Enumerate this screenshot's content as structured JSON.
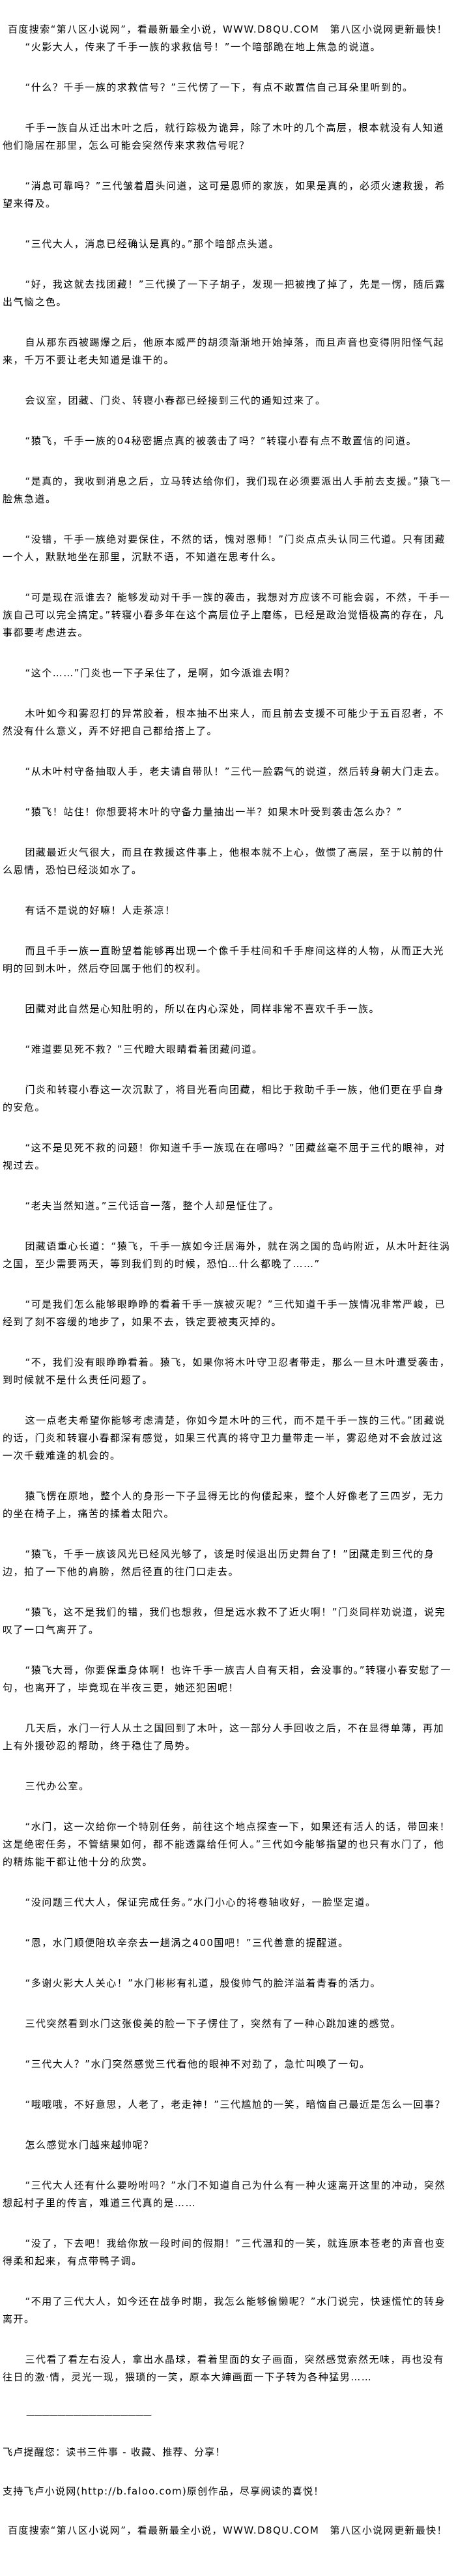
{
  "header_banner": "百度搜索“第八区小说网”，看最新最全小说，WWW.D8QU.COM　第八区小说网更新最快！",
  "paragraphs": [
    "“火影大人，传来了千手一族的求救信号！”一个暗部跪在地上焦急的说道。",
    "“什么？千手一族的求救信号？”三代愣了一下，有点不敢置信自己耳朵里听到的。",
    "千手一族自从迁出木叶之后，就行踪极为诡异，除了木叶的几个高层，根本就没有人知道他们隐居在那里，怎么可能会突然传来求救信号呢？",
    "“消息可靠吗？”三代皱着眉头问道，这可是恩师的家族，如果是真的，必须火速救援，希望来得及。",
    "“三代大人，消息已经确认是真的。”那个暗部点头道。",
    "“好，我这就去找团藏！”三代摸了一下子胡子，发现一把被拽了掉了，先是一愣，随后露出气恼之色。",
    "自从那东西被踢爆之后，他原本威严的胡须渐渐地开始掉落，而且声音也变得阴阳怪气起来，千万不要让老夫知道是谁干的。",
    "会议室，团藏、门炎、转寝小春都已经接到三代的通知过来了。",
    "“猿飞，千手一族的04秘密据点真的被袭击了吗？”转寝小春有点不敢置信的问道。",
    "“是真的，我收到消息之后，立马转达给你们，我们现在必须要派出人手前去支援。”猿飞一脸焦急道。",
    "“没错，千手一族绝对要保住，不然的话，愧对恩师！”门炎点点头认同三代道。只有团藏一个人，默默地坐在那里，沉默不语，不知道在思考什么。",
    "“可是现在派谁去？能够发动对千手一族的袭击，我想对方应该不可能会弱，不然，千手一族自己可以完全搞定。”转寝小春多年在这个高层位子上磨练，已经是政治觉悟极高的存在，凡事都要考虑进去。",
    "“这个……”门炎也一下子呆住了，是啊，如今派谁去啊？",
    "木叶如今和雾忍打的异常胶着，根本抽不出来人，而且前去支援不可能少于五百忍者，不然没有什么意义，弄不好把自己都给搭上了。",
    "“从木叶村守备抽取人手，老夫请自带队！”三代一脸霸气的说道，然后转身朝大门走去。",
    "“猿飞！站住！你想要将木叶的守备力量抽出一半？如果木叶受到袭击怎么办？”",
    "团藏最近火气很大，而且在救援这件事上，他根本就不上心，做惯了高层，至于以前的什么恩情，恐怕已经淡如水了。",
    "有话不是说的好嘛！人走茶凉！",
    "而且千手一族一直盼望着能够再出现一个像千手柱间和千手扉间这样的人物，从而正大光明的回到木叶，然后夺回属于他们的权利。",
    "团藏对此自然是心知肚明的，所以在内心深处，同样非常不喜欢千手一族。",
    "“难道要见死不救？”三代瞪大眼睛看着团藏问道。",
    "门炎和转寝小春这一次沉默了，将目光看向团藏，相比于救助千手一族，他们更在乎自身的安危。",
    "“这不是见死不救的问题！你知道千手一族现在在哪吗？”团藏丝毫不屈于三代的眼神，对视过去。",
    "“老夫当然知道。”三代话音一落，整个人却是怔住了。",
    "团藏语重心长道：“猿飞，千手一族如今迁居海外，就在涡之国的岛屿附近，从木叶赶往涡之国，至少需要两天，等到我们到的时候，恐怕…什么都晚了……”",
    "“可是我们怎么能够眼睁睁的看着千手一族被灭呢？”三代知道千手一族情况非常严峻，已经到了刻不容缓的地步了，如果不去，铁定要被夷灭掉的。",
    "“不，我们没有眼睁睁看着。猿飞，如果你将木叶守卫忍者带走，那么一旦木叶遭受袭击，到时候就不是什么责任问题了。",
    "这一点老夫希望你能够考虑清楚，你如今是木叶的三代，而不是千手一族的三代。”团藏说的话，门炎和转寝小春都深有感觉，如果三代真的将守卫力量带走一半，雾忍绝对不会放过这一次千载难逢的机会的。",
    "猿飞愣在原地，整个人的身形一下子显得无比的佝偻起来，整个人好像老了三四岁，无力的坐在椅子上，痛苦的揉着太阳穴。",
    "“猿飞，千手一族该风光已经风光够了，该是时候退出历史舞台了！”团藏走到三代的身边，拍了一下他的肩膀，然后径直的往门口走去。",
    "“猿飞，这不是我们的错，我们也想救，但是远水救不了近火啊！”门炎同样劝说道，说完叹了一口气离开了。",
    "“猿飞大哥，你要保重身体啊！也许千手一族吉人自有天相，会没事的。”转寝小春安慰了一句，也离开了，毕竟现在半夜三更，她还犯困呢！",
    "几天后，水门一行人从土之国回到了木叶，这一部分人手回收之后，不在显得单薄，再加上有外援砂忍的帮助，终于稳住了局势。",
    "三代办公室。",
    "“水门，这一次给你一个特别任务，前往这个地点探查一下，如果还有活人的话，带回来！这是绝密任务，不管结果如何，都不能透露给任何人。”三代如今能够指望的也只有水门了，他的精炼能干都让他十分的欣赏。",
    "“没问题三代大人，保证完成任务。”水门小心的将卷轴收好，一脸坚定道。",
    "“恩，水门顺便陪玖辛奈去一趟涡之400国吧！”三代善意的提醒道。",
    "“多谢火影大人关心！”水门彬彬有礼道，殷俊帅气的脸洋溢着青春的活力。",
    "三代突然看到水门这张俊美的脸一下子愣住了，突然有了一种心跳加速的感觉。",
    "“三代大人？”水门突然感觉三代看他的眼神不对劲了，急忙叫唤了一句。",
    "“哦哦哦，不好意思，人老了，老走神！”三代尴尬的一笑，暗恼自己最近是怎么一回事？",
    "怎么感觉水门越来越帅呢？",
    "“三代大人还有什么要吩咐吗？”水门不知道自己为什么有一种火速离开这里的冲动，突然想起村子里的传言，难道三代真的是……",
    "“没了，下去吧！我给你放一段时间的假期！”三代温和的一笑，就连原本苍老的声音也变得柔和起来，有点带鸭子调。",
    "“不用了三代大人，如今还在战争时期，我怎么能够偷懒呢？”水门说完，快速慌忙的转身离开。",
    "三代看了看左右没人，拿出水晶球，看着里面的女子画面，突然感觉索然无味，再也没有往日的激·情，灵光一现，猥琐的一笑，原本大婶画面一下子转为各种猛男……"
  ],
  "divider": "————————————————",
  "footer": {
    "reminder": "飞卢提醒您：读书三件事 - 收藏、推荐、分享！",
    "support": "支持飞卢小说网(http://b.faloo.com)原创作品，尽享阅读的喜悦！"
  },
  "footer_banner": "百度搜索“第八区小说网”，看最新最全小说，WWW.D8QU.COM　第八区小说网更新最快！"
}
